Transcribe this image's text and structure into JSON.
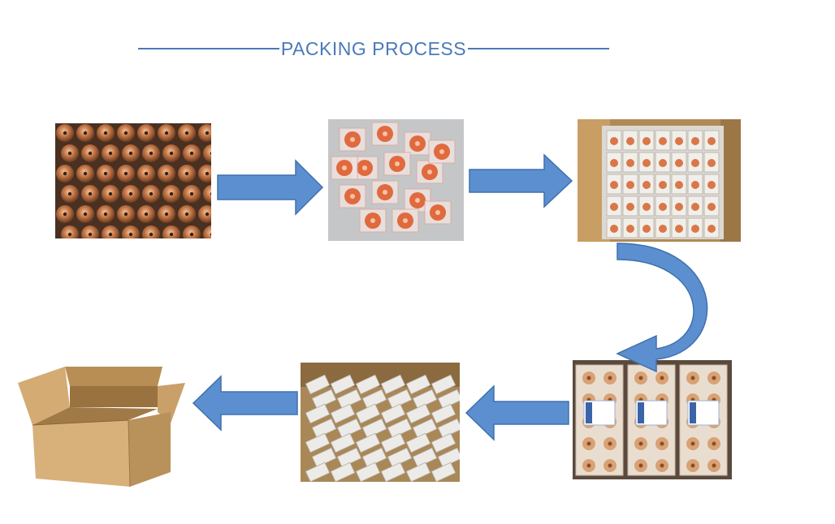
{
  "title": "PACKING PROCESS",
  "colors": {
    "title": "#4a7ab8",
    "arrow": "#5b8fd0",
    "copper": "#c77a4a",
    "cardboard": "#c9a06a",
    "background": "#ffffff"
  },
  "steps": [
    {
      "order": 1,
      "content": "copper-nozzles"
    },
    {
      "order": 2,
      "content": "nozzles-in-bags"
    },
    {
      "order": 3,
      "content": "bagged-items-in-box"
    },
    {
      "order": 4,
      "content": "plastic-trays-with-labels"
    },
    {
      "order": 5,
      "content": "trays-packed-in-box"
    },
    {
      "order": 6,
      "content": "empty-carton-box"
    }
  ]
}
